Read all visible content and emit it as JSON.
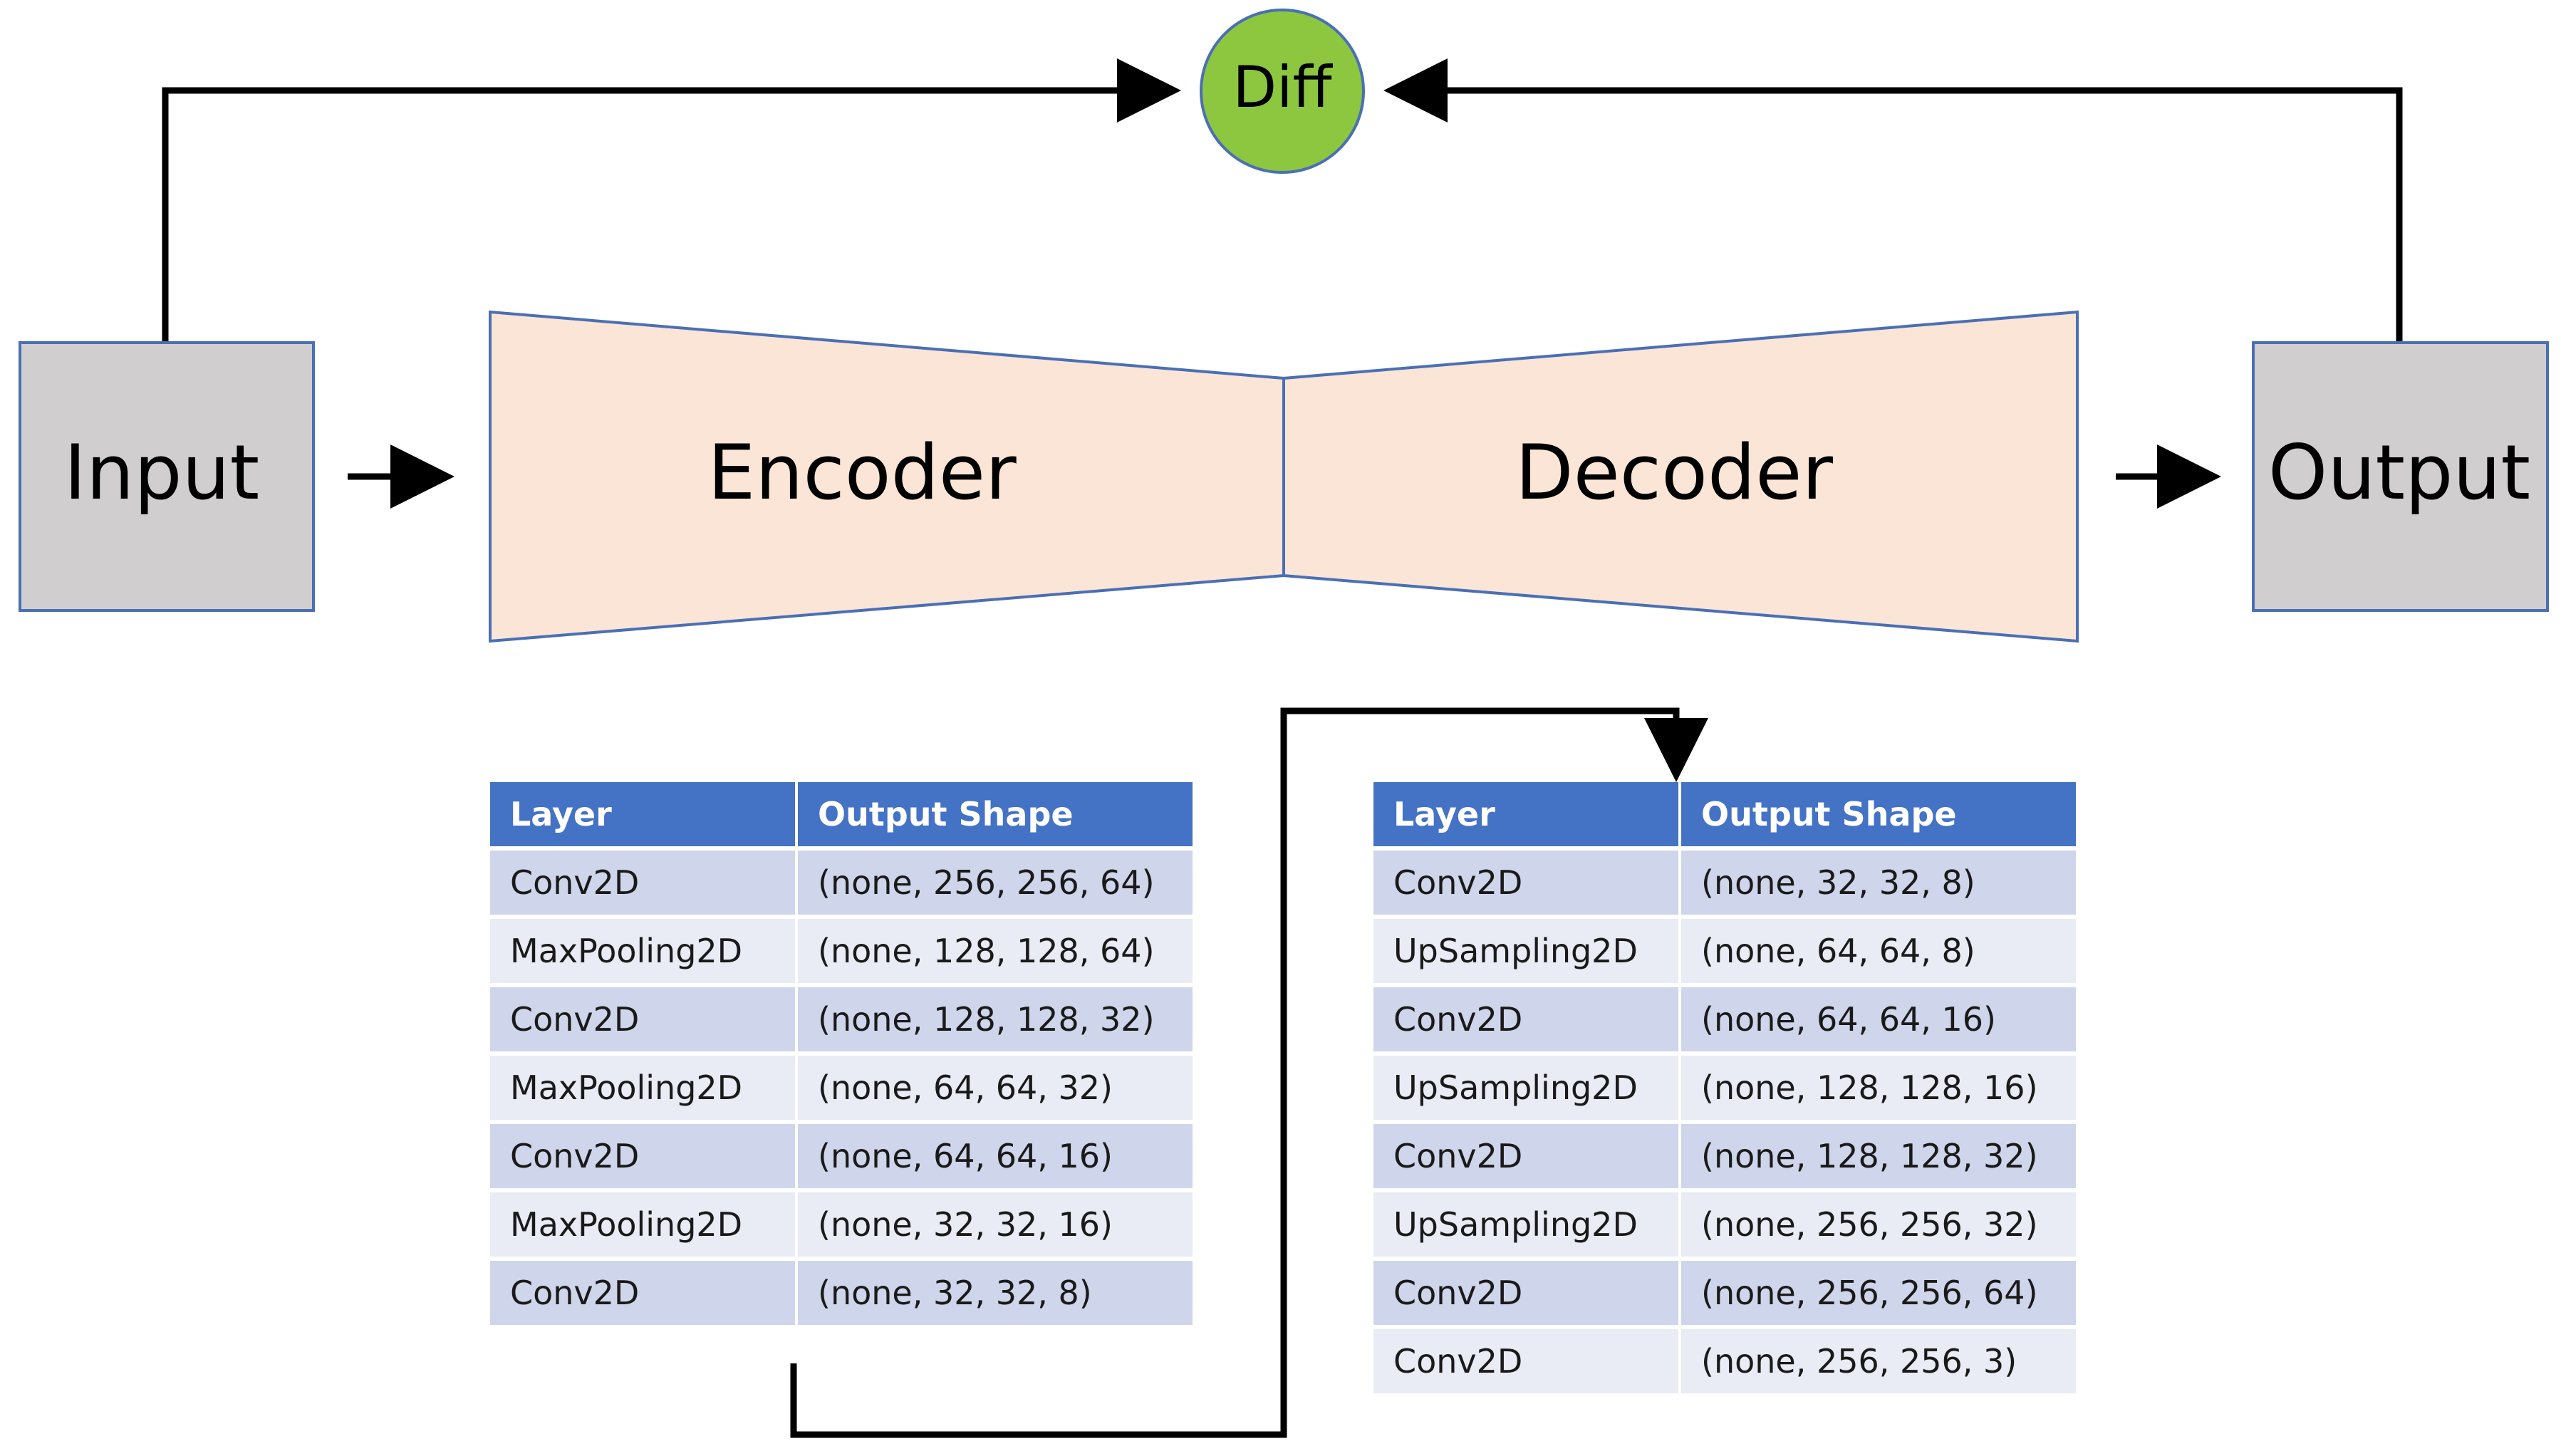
{
  "diagram": {
    "diff_label": "Diff",
    "input_label": "Input",
    "output_label": "Output",
    "encoder_label": "Encoder",
    "decoder_label": "Decoder"
  },
  "colors": {
    "diff_fill": "#8dc63f",
    "io_box_fill": "#d0cece",
    "io_box_border": "#4a6fb5",
    "trapezoid_fill": "#fbe5d6",
    "trapezoid_border": "#4a6fb5",
    "table_header": "#4472c4",
    "table_row_odd": "#cfd5ea",
    "table_row_even": "#e9ebf5"
  },
  "encoder_table": {
    "headers": [
      "Layer",
      "Output Shape"
    ],
    "rows": [
      [
        "Conv2D",
        "(none, 256, 256, 64)"
      ],
      [
        "MaxPooling2D",
        "(none, 128, 128, 64)"
      ],
      [
        "Conv2D",
        "(none, 128, 128, 32)"
      ],
      [
        "MaxPooling2D",
        "(none, 64, 64, 32)"
      ],
      [
        "Conv2D",
        "(none, 64, 64, 16)"
      ],
      [
        "MaxPooling2D",
        "(none, 32, 32, 16)"
      ],
      [
        "Conv2D",
        "(none, 32, 32, 8)"
      ]
    ]
  },
  "decoder_table": {
    "headers": [
      "Layer",
      "Output Shape"
    ],
    "rows": [
      [
        "Conv2D",
        "(none, 32, 32, 8)"
      ],
      [
        "UpSampling2D",
        "(none, 64, 64, 8)"
      ],
      [
        "Conv2D",
        "(none, 64, 64, 16)"
      ],
      [
        "UpSampling2D",
        "(none, 128, 128, 16)"
      ],
      [
        "Conv2D",
        "(none, 128, 128, 32)"
      ],
      [
        "UpSampling2D",
        "(none, 256, 256, 32)"
      ],
      [
        "Conv2D",
        "(none, 256, 256, 64)"
      ],
      [
        "Conv2D",
        "(none, 256, 256, 3)"
      ]
    ]
  }
}
